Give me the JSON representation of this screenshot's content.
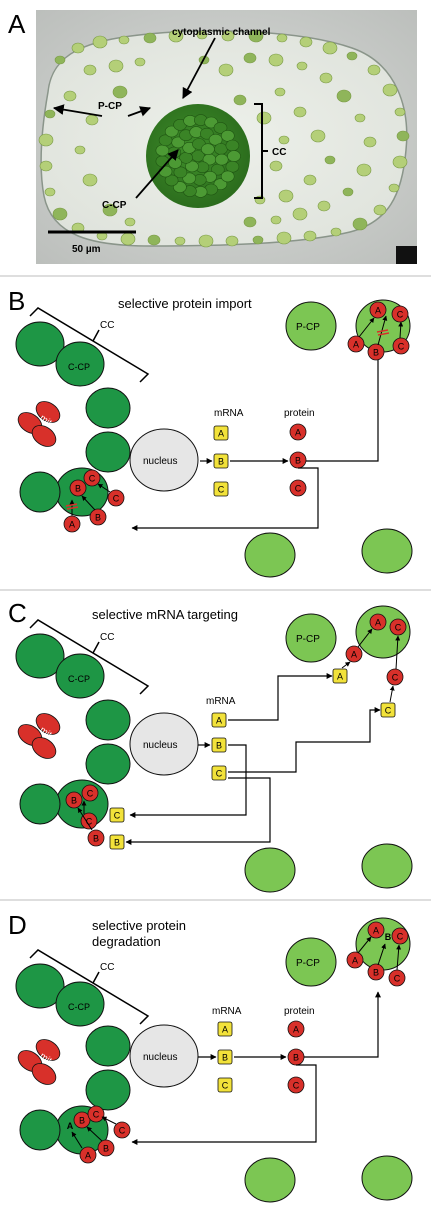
{
  "panels": {
    "a": {
      "letter": "A",
      "labels": {
        "cytoplasmic_channel": "cytoplasmic channel",
        "pcp": "P-CP",
        "cc": "CC",
        "ccp": "C-CP",
        "scale_bar": "50 µm"
      }
    },
    "b": {
      "letter": "B",
      "title": "selective protein import",
      "cc": "CC",
      "ccp": "C-CP",
      "mito": "mito",
      "nucleus": "nucleus",
      "pcp": "P-CP",
      "mrna_header": "mRNA",
      "protein_header": "protein",
      "letters": [
        "A",
        "B",
        "C"
      ]
    },
    "c": {
      "letter": "C",
      "title": "selective mRNA targeting",
      "cc": "CC",
      "ccp": "C-CP",
      "mito": "mito",
      "nucleus": "nucleus",
      "pcp": "P-CP",
      "mrna_header": "mRNA",
      "letters": [
        "A",
        "B",
        "C"
      ]
    },
    "d": {
      "letter": "D",
      "title_line1": "selective protein",
      "title_line2": "degradation",
      "cc": "CC",
      "ccp": "C-CP",
      "mito": "mito",
      "nucleus": "nucleus",
      "pcp": "P-CP",
      "mrna_header": "mRNA",
      "protein_header": "protein",
      "letters": [
        "A",
        "B",
        "C"
      ]
    }
  },
  "colors": {
    "dark_green": "#1e9645",
    "light_green": "#7cc653",
    "protein_red": "#d8302a",
    "mrna_yellow": "#f2e23a",
    "nucleus_gray": "#e6e6e6",
    "divider": "#bdbdbd"
  }
}
